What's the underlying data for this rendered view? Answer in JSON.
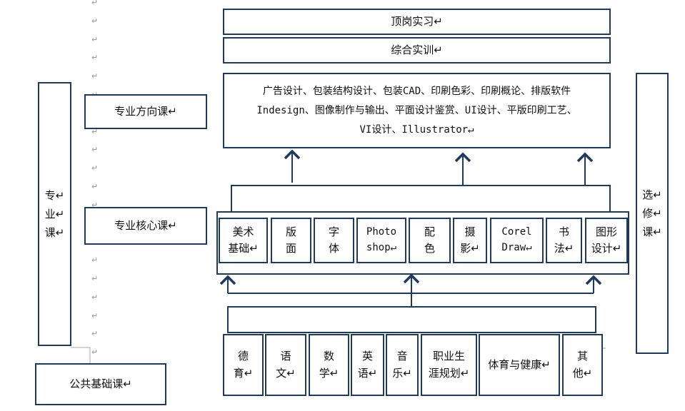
{
  "top": {
    "internship": "顶岗实习↵",
    "training": "综合实训↵"
  },
  "direction_courses_list": "广告设计、包装结构设计、包装CAD、印刷色彩、印刷概论、排版软件\nIndesign、图像制作与输出、平面设计鉴赏、UI设计、平版印刷工艺、\nVI设计、Illustrator↵",
  "left_labels": {
    "professional": "专↵\n业↵\n课↵",
    "direction": "专业方向课↵",
    "core": "专业核心课↵",
    "public": "公共基础课↵"
  },
  "right_label": "选↵\n修↵\n课↵",
  "core_courses": [
    "美术\n基础↵",
    "版\n面",
    "字\n体",
    "Photo\nshop↵",
    "配\n色",
    "摄\n影↵",
    "Corel\nDraw↵",
    "书\n法↵",
    "图形\n设计↵"
  ],
  "public_courses": [
    "德\n育↵",
    "语\n文↵",
    "数\n学↵",
    "英\n语↵",
    "音\n乐↵",
    "职业生\n涯规划↵",
    "体育与健康↵",
    "其\n他↵"
  ],
  "para_mark": "↵"
}
